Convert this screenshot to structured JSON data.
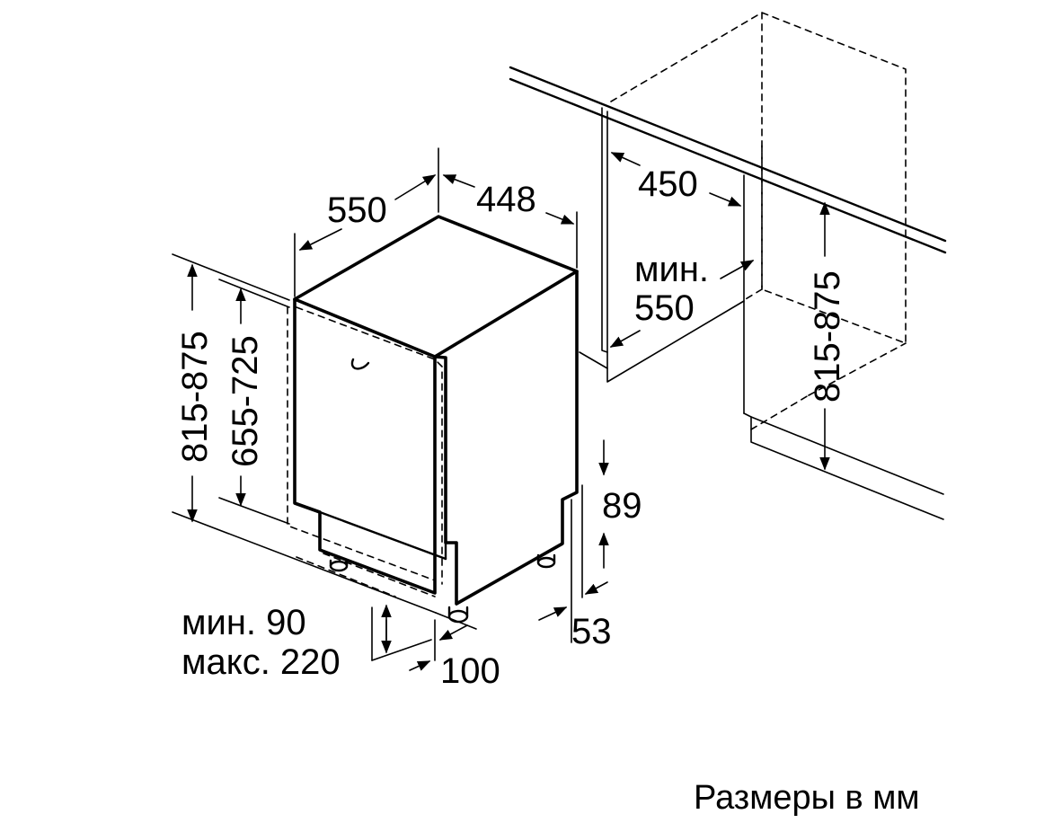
{
  "dimensions": {
    "depth_top": "550",
    "width_top": "448",
    "cabinet_depth": "450",
    "niche_min_depth_label": "мин.",
    "niche_min_depth_value": "550",
    "height_left_outer": "815-875",
    "height_left_inner": "655-725",
    "height_right": "815-875",
    "plinth_upper": "89",
    "plinth_lower": "53",
    "plinth_min": "мин. 90",
    "plinth_max": "макс. 220",
    "foot_offset": "100"
  },
  "caption": "Размеры в мм",
  "colors": {
    "line": "#000000",
    "background": "#ffffff"
  }
}
